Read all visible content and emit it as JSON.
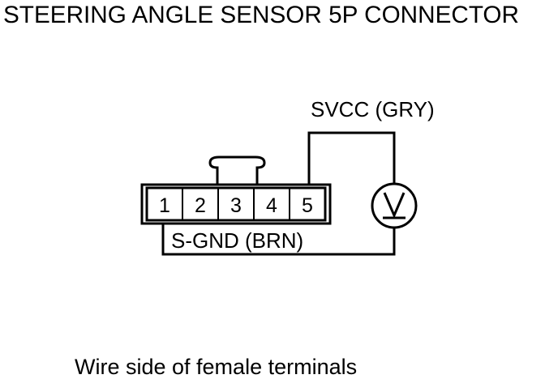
{
  "title": "STEERING ANGLE SENSOR 5P CONNECTOR",
  "connector": {
    "pins": [
      "1",
      "2",
      "3",
      "4",
      "5"
    ]
  },
  "wires": {
    "svcc_label": "SVCC (GRY)",
    "sgnd_label": "S-GND (BRN)"
  },
  "meter": {
    "icon": "voltmeter-icon",
    "symbol": "V"
  },
  "caption": "Wire side of female terminals",
  "colors": {
    "line": "#000000",
    "background": "#ffffff"
  }
}
